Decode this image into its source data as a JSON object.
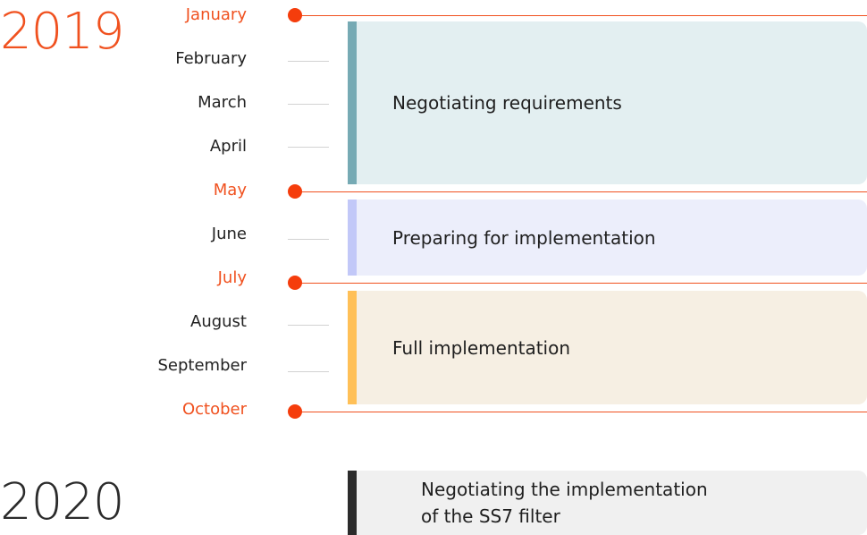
{
  "years": [
    "2019",
    "2020"
  ],
  "months": [
    {
      "label": "January",
      "milestone": true
    },
    {
      "label": "February",
      "milestone": false
    },
    {
      "label": "March",
      "milestone": false
    },
    {
      "label": "April",
      "milestone": false
    },
    {
      "label": "May",
      "milestone": true
    },
    {
      "label": "June",
      "milestone": false
    },
    {
      "label": "July",
      "milestone": true
    },
    {
      "label": "August",
      "milestone": false
    },
    {
      "label": "September",
      "milestone": false
    },
    {
      "label": "October",
      "milestone": true
    }
  ],
  "phases": [
    {
      "label": "Negotiating requirements",
      "start": "January",
      "end": "May",
      "bar_color": "#76aab4",
      "fill_color": "#e3eff1"
    },
    {
      "label": "Preparing for implementation",
      "start": "May",
      "end": "July",
      "bar_color": "#c2c8f8",
      "fill_color": "#eceefb"
    },
    {
      "label": "Full implementation",
      "start": "July",
      "end": "October",
      "bar_color": "#ffc057",
      "fill_color": "#f6efe3"
    }
  ],
  "phase_2020": {
    "line1": "Negotiating the implementation",
    "line2": "of the SS7 filter",
    "bar_color": "#2b2b2b",
    "fill_color": "#f0f0f0"
  },
  "colors": {
    "accent": "#f0511f",
    "dot": "#f53d0c"
  }
}
